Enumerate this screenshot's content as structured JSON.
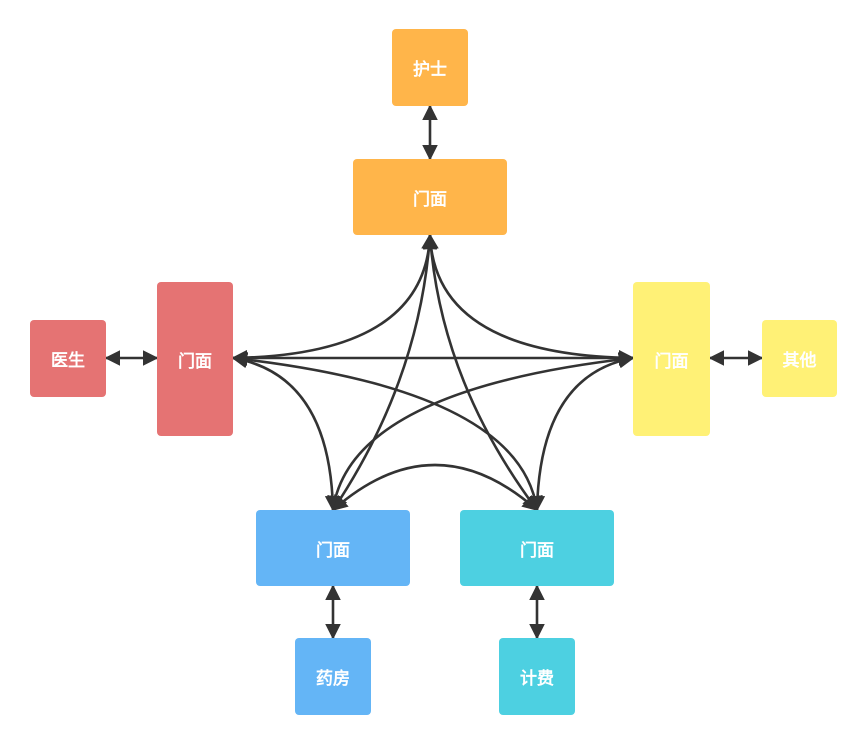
{
  "colors": {
    "nurse": "#FFB54A",
    "doctor": "#E57373",
    "other": "#FFF176",
    "pharmacy": "#64B5F6",
    "billing": "#4DD0E1",
    "edge": "#333333"
  },
  "nodes": {
    "nurse": "护士",
    "nurse_facade": "门面",
    "doctor": "医生",
    "doctor_facade": "门面",
    "other": "其他",
    "other_facade": "门面",
    "pharmacy": "药房",
    "pharmacy_facade": "门面",
    "billing": "计费",
    "billing_facade": "门面"
  }
}
